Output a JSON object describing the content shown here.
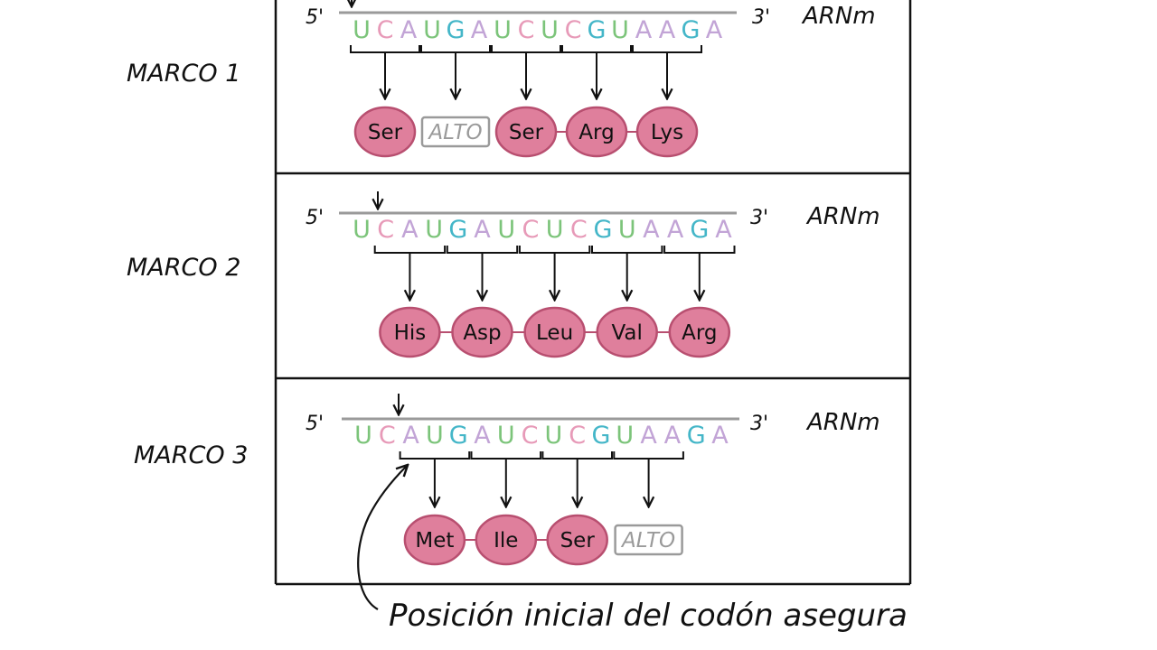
{
  "colors": {
    "U": "#7cc47a",
    "C": "#e79ab8",
    "A": "#c2a4d6",
    "G": "#44b6c8",
    "amino_fill": "#df7f9c",
    "amino_stroke": "#b84f70",
    "stop_stroke": "#9a9a9a",
    "strand": "#9a9a9a",
    "frame_border": "#111111"
  },
  "sequence": [
    "U",
    "C",
    "A",
    "U",
    "G",
    "A",
    "U",
    "C",
    "U",
    "C",
    "G",
    "U",
    "A",
    "A",
    "G",
    "A"
  ],
  "end_labels": {
    "five_prime": "5'",
    "three_prime": "3'",
    "mrna": "ARNm"
  },
  "frames": [
    {
      "label": "MARCO 1",
      "codons": [
        {
          "aa": "Ser",
          "stop": false
        },
        {
          "aa": "ALTO",
          "stop": true
        },
        {
          "aa": "Ser",
          "stop": false
        },
        {
          "aa": "Arg",
          "stop": false
        },
        {
          "aa": "Lys",
          "stop": false
        }
      ]
    },
    {
      "label": "MARCO 2",
      "codons": [
        {
          "aa": "His",
          "stop": false
        },
        {
          "aa": "Asp",
          "stop": false
        },
        {
          "aa": "Leu",
          "stop": false
        },
        {
          "aa": "Val",
          "stop": false
        },
        {
          "aa": "Arg",
          "stop": false
        }
      ]
    },
    {
      "label": "MARCO 3",
      "codons": [
        {
          "aa": "Met",
          "stop": false
        },
        {
          "aa": "Ile",
          "stop": false
        },
        {
          "aa": "Ser",
          "stop": false
        },
        {
          "aa": "ALTO",
          "stop": true
        }
      ]
    }
  ],
  "caption": "Posición inicial del codón asegura"
}
